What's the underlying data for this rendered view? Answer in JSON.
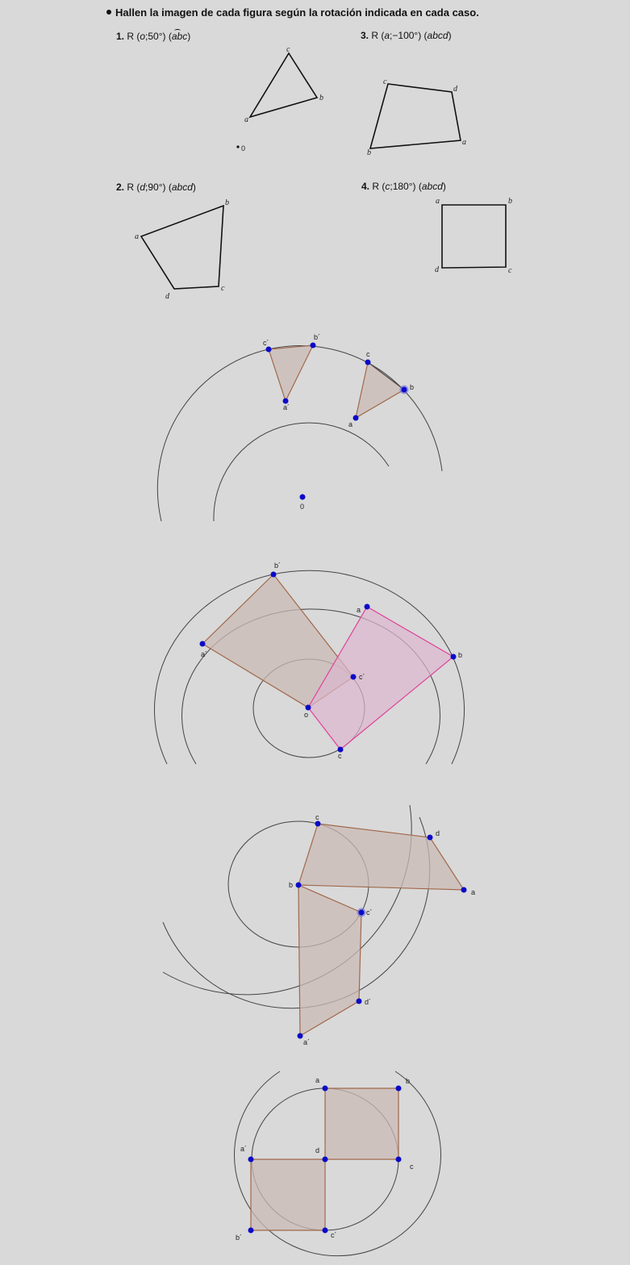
{
  "instruction": "Hallen la imagen de cada figura según la rotación indicada en cada caso.",
  "exercises": [
    {
      "num": "1.",
      "text_pre": "R (",
      "text_it": "o",
      "text_mid": ";50°) (",
      "text_hat": "abc",
      "text_post": ")"
    },
    {
      "num": "2.",
      "text_pre": "R (",
      "text_it": "d",
      "text_mid": ";90°) (",
      "text_hat": "abcd",
      "text_post": ")"
    },
    {
      "num": "3.",
      "text_pre": "R (",
      "text_it": "a",
      "text_mid": ";−100°) (",
      "text_hat": "abcd",
      "text_post": ")"
    },
    {
      "num": "4.",
      "text_pre": "R (",
      "text_it": "c",
      "text_mid": ";180°) (",
      "text_hat": "abcd",
      "text_post": ")"
    }
  ],
  "point_labels": {
    "ex1": [
      "c",
      "b",
      "a",
      "0"
    ],
    "ex2": [
      "b",
      "a",
      "d",
      "c"
    ],
    "ex3": [
      "c",
      "d",
      "b",
      "a"
    ],
    "ex4": [
      "a",
      "b",
      "d",
      "c"
    ],
    "sol1": [
      "c´",
      "b´",
      "c",
      "b",
      "a´",
      "a",
      "0"
    ],
    "sol2": [
      "b´",
      "a",
      "b",
      "a´",
      "c´",
      "o",
      "c"
    ],
    "sol3": [
      "c",
      "d",
      "b",
      "a",
      "c´",
      "d´",
      "a´"
    ],
    "sol4": [
      "a",
      "b",
      "a´",
      "d",
      "c",
      "b´",
      "c´"
    ]
  },
  "colors": {
    "background": "#d9d9d9",
    "point": "#0a0ac8",
    "shape_stroke": "#a0694a",
    "shape_fill": "#c9b9b5",
    "pink_stroke": "#e0409a",
    "pink_fill": "#dbb6cd",
    "circle": "#333333"
  }
}
